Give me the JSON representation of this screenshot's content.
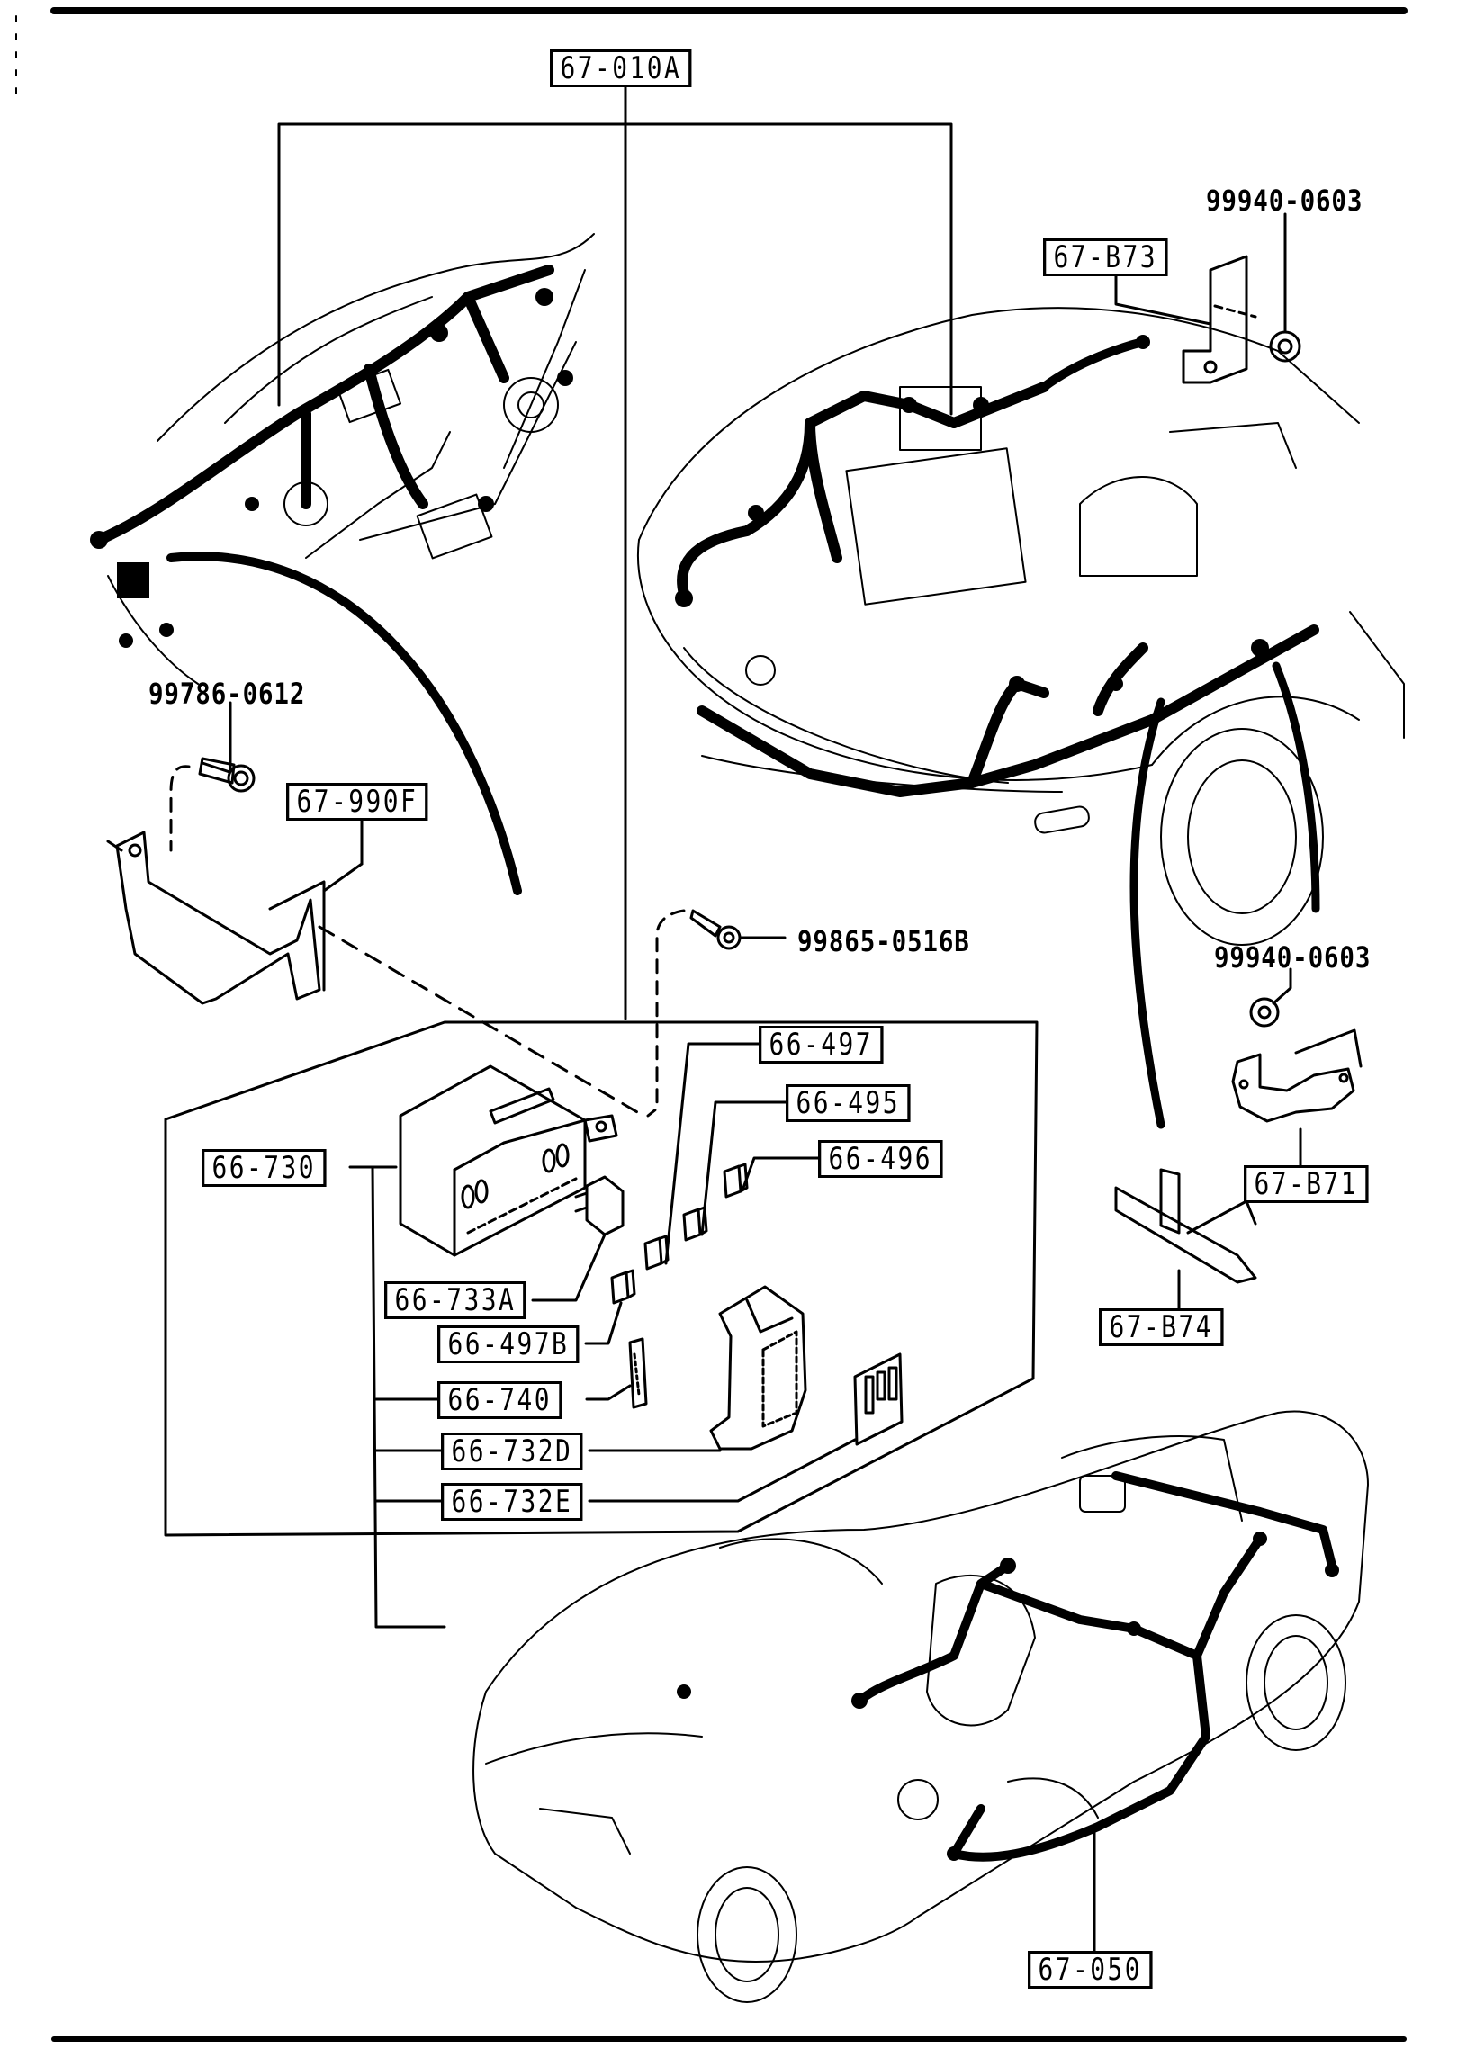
{
  "diagram": {
    "type": "parts-exploded-view",
    "subject": "Wiring harness and fuse block assembly",
    "callouts": {
      "main_harness": "67-010A",
      "bracket_b73": "67-B73",
      "nut_top": "99940-0603",
      "bolt_left": "99786-0612",
      "bracket_990f": "67-990F",
      "screw": "99865-0516B",
      "fuse_block": "66-730",
      "relay": "66-733A",
      "fuse_497": "66-497",
      "fuse_495": "66-495",
      "fuse_496": "66-496",
      "fuse_497b": "66-497B",
      "fuse_puller": "66-740",
      "cover_d": "66-732D",
      "cover_e": "66-732E",
      "nut_right": "99940-0603",
      "bracket_b71": "67-B71",
      "bracket_b74": "67-B74",
      "rear_harness": "67-050"
    }
  }
}
